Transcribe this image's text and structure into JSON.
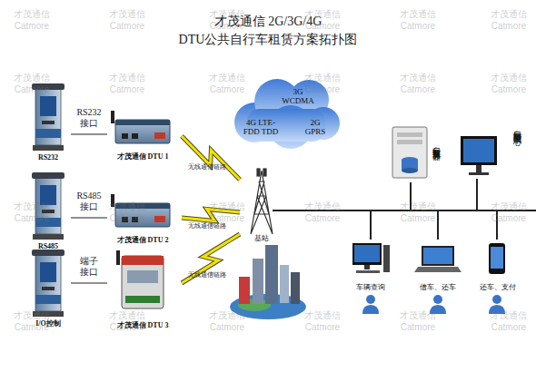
{
  "diagram": {
    "title": "才茂通信 2G/3G/4G DTU公共自行车租赁方案拓扑图",
    "nodes": [
      {
        "text": [
          "RS232"
        ]
      },
      {
        "text": [
          "才茂通信 DTU 1"
        ]
      },
      {
        "text": [
          "RS485"
        ]
      },
      {
        "text": [
          "才茂通信 DTU 2"
        ]
      },
      {
        "text": [
          "I/O控制"
        ]
      },
      {
        "text": [
          "才茂通信 DTU 3"
        ]
      },
      {
        "text": [
          "3G WCDMA",
          "4G LTE-FDD TDD",
          "2G GPRS"
        ]
      },
      {
        "text": [
          "基站"
        ]
      },
      {
        "text": [
          "自行车数据服务器"
        ]
      },
      {
        "text": [
          "自行车管理控制中心"
        ]
      },
      {
        "text": [
          "车辆查询"
        ]
      },
      {
        "text": [
          "借车、还车"
        ]
      },
      {
        "text": [
          "还车、支付"
        ]
      }
    ],
    "edges": [
      {
        "from": 0,
        "to": 1,
        "label": "RS232 接口",
        "arrow": "none"
      },
      {
        "from": 2,
        "to": 3,
        "label": "RS485 接口",
        "arrow": "none"
      },
      {
        "from": 4,
        "to": 5,
        "label": "端子 接口",
        "arrow": "none"
      },
      {
        "from": 1,
        "to": 7,
        "label": "无线通信链路",
        "arrow": "none"
      },
      {
        "from": 3,
        "to": 7,
        "label": "无线通信链路",
        "arrow": "none"
      },
      {
        "from": 5,
        "to": 7,
        "label": "无线通信链路",
        "arrow": "none"
      },
      {
        "from": 7,
        "to": 8,
        "arrow": "none"
      },
      {
        "from": 7,
        "to": 9,
        "arrow": "none"
      },
      {
        "from": 7,
        "to": 10,
        "arrow": "none"
      },
      {
        "from": 7,
        "to": 11,
        "arrow": "none"
      },
      {
        "from": 7,
        "to": 12,
        "arrow": "none"
      }
    ],
    "labels": [
      "才茂通信",
      "Catmore",
      "才茂通信",
      "Catmore",
      "才茂通信",
      "Catmore",
      "才茂通信",
      "Catmore",
      "才茂通信",
      "Catmore",
      "才茂通信",
      "Catmore",
      "才茂通信",
      "Catmore",
      "才茂通信",
      "Catmore",
      "才茂通信",
      "Catmore",
      "才茂通信",
      "Catmore",
      "才茂通信",
      "Catmore",
      "才茂通信",
      "Catmore",
      "才茂通信",
      "Catmore",
      "才茂通信",
      "Catmore",
      "才茂通信",
      "Catmore",
      "才茂通信",
      "Catmore",
      "才茂通信",
      "Catmore",
      "才茂通信",
      "Catmore",
      "才茂通信",
      "Catmore",
      "才茂通信",
      "Catmore",
      "才茂通信",
      "Catmore",
      "才茂通信",
      "Catmore",
      "才茂通信",
      "Catmore",
      "才茂通信",
      "Catmore"
    ]
  }
}
